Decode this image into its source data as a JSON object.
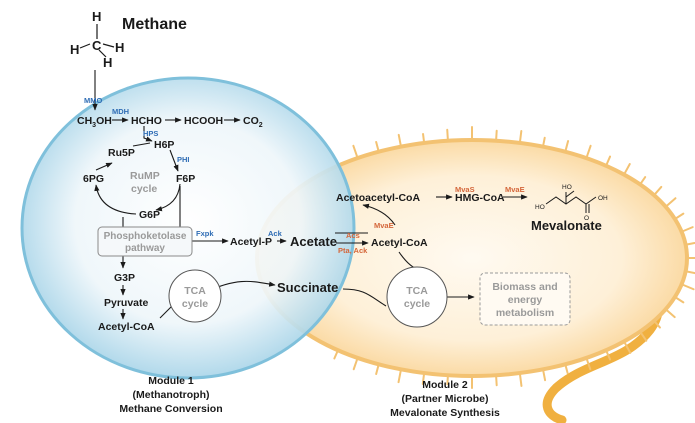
{
  "diagram": {
    "title": "Methane",
    "molecule": {
      "atoms": [
        "H",
        "H",
        "C",
        "H",
        "H"
      ]
    },
    "module1": {
      "metabolites": {
        "methanol_main": "CH",
        "methanol_sub": "3",
        "methanol_end": "OH",
        "hcho": "HCHO",
        "hcooh": "HCOOH",
        "co2_main": "CO",
        "co2_sub": "2",
        "h6p": "H6P",
        "ru5p": "Ru5P",
        "f6p": "F6P",
        "g6p": "G6P",
        "pg6": "6PG",
        "acetyl_p": "Acetyl-P",
        "g3p": "G3P",
        "pyruvate": "Pyruvate",
        "acetyl_coa": "Acetyl-CoA"
      },
      "enzymes": {
        "mmo": "MMO",
        "mdh": "MDH",
        "hps": "HPS",
        "phi": "PHI",
        "fxpk": "Fxpk"
      },
      "cycles": {
        "rump_line1": "RuMP",
        "rump_line2": "cycle",
        "tca_line1": "TCA",
        "tca_line2": "cycle"
      },
      "pathway_box": {
        "line1": "Phosphoketolase",
        "line2": "pathway"
      },
      "caption": {
        "line1": "Module 1",
        "line2": "(Methanotroph)",
        "line3": "Methane Conversion"
      }
    },
    "shared": {
      "acetate": "Acetate",
      "succinate": "Succinate",
      "ack": "Ack"
    },
    "module2": {
      "metabolites": {
        "acetoacetyl_coa": "Acetoacetyl-CoA",
        "hmg_coa": "HMG-CoA",
        "acetyl_coa": "Acetyl-CoA",
        "mevalonate": "Mevalonate"
      },
      "enzymes": {
        "mvas": "MvaS",
        "mvae_top": "MvaE",
        "mvae_left": "MvaE",
        "acs": "Acs",
        "pta_ack": "Pta, Ack"
      },
      "cycles": {
        "tca_line1": "TCA",
        "tca_line2": "cycle"
      },
      "biomass_box": {
        "line1": "Biomass and",
        "line2": "energy",
        "line3": "metabolism"
      },
      "structure_labels": {
        "ho_top": "HO",
        "ho_left": "HO",
        "oh": "OH",
        "o": "O"
      },
      "caption": {
        "line1": "Module 2",
        "line2": "(Partner Microbe)",
        "line3": "Mevalonate Synthesis"
      }
    },
    "colors": {
      "cell1_fill": "#cfe6f0",
      "cell1_edge": "#7fc0db",
      "cell2_fill": "#fde6c4",
      "cell2_edge": "#f3c272",
      "flagellum": "#f0b040",
      "enzyme_blue": "#2f6db5",
      "enzyme_red": "#d4663a",
      "grey_text": "#9a9a9a"
    }
  }
}
